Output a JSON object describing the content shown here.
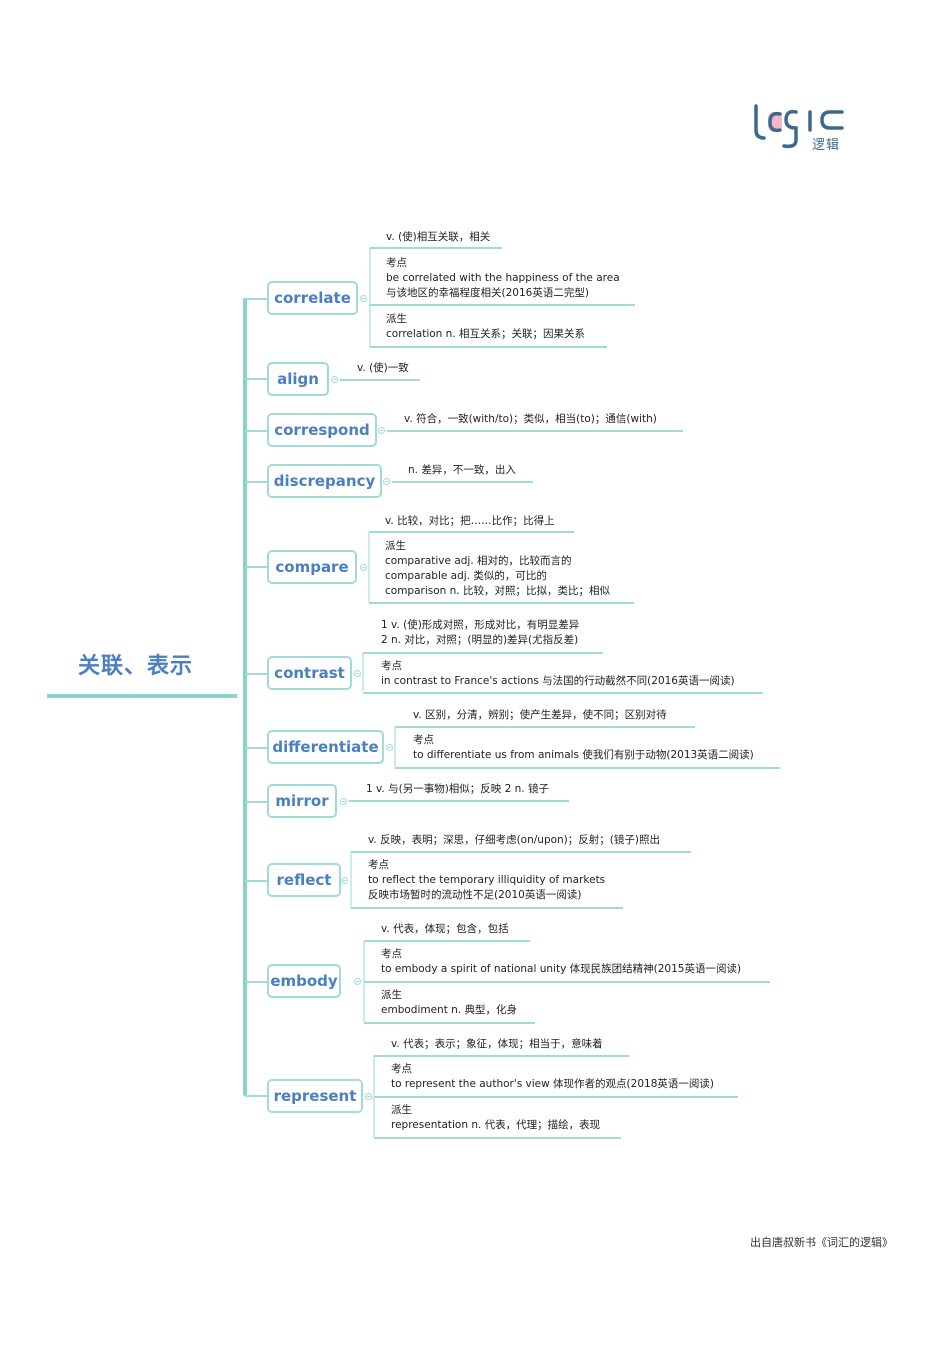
{
  "logo": {
    "text": "logic",
    "subtitle": "逻辑",
    "colors": {
      "primary": "#3d6a8c",
      "accent": "#f2b8c6"
    }
  },
  "root": {
    "title": "关联、表示"
  },
  "colors": {
    "branch": "#88d4cc",
    "node_text": "#4a7fc1",
    "node_border": "#9fdcd5"
  },
  "branches": [
    {
      "word": "correlate",
      "children": [
        {
          "lines": [
            "v. (使)相互关联，相关"
          ]
        },
        {
          "lines": [
            "考点",
            "be correlated with the happiness of the area",
            "与该地区的幸福程度相关(2016英语二完型)"
          ]
        },
        {
          "lines": [
            "派生",
            "correlation n. 相互关系；关联；因果关系"
          ]
        }
      ]
    },
    {
      "word": "align",
      "children": [
        {
          "lines": [
            "v. (使)一致"
          ]
        }
      ]
    },
    {
      "word": "correspond",
      "children": [
        {
          "lines": [
            "v. 符合，一致(with/to)；类似，相当(to)；通信(with)"
          ]
        }
      ]
    },
    {
      "word": "discrepancy",
      "children": [
        {
          "lines": [
            "n. 差异，不一致，出入"
          ]
        }
      ]
    },
    {
      "word": "compare",
      "children": [
        {
          "lines": [
            "v. 比较，对比；把……比作；比得上"
          ]
        },
        {
          "lines": [
            "派生",
            "comparative adj. 相对的，比较而言的",
            "comparable adj. 类似的，可比的",
            "comparison n. 比较，对照；比拟，类比；相似"
          ]
        }
      ]
    },
    {
      "word": "contrast",
      "children": [
        {
          "lines": [
            "1 v. (使)形成对照，形成对比，有明显差异",
            "2 n. 对比，对照；(明显的)差异(尤指反差)"
          ]
        },
        {
          "lines": [
            "考点",
            "in contrast to France's actions 与法国的行动截然不同(2016英语一阅读)"
          ]
        }
      ]
    },
    {
      "word": "differentiate",
      "children": [
        {
          "lines": [
            "v. 区别，分清，辨别；使产生差异，使不同；区别对待"
          ]
        },
        {
          "lines": [
            "考点",
            "to differentiate us from animals 使我们有别于动物(2013英语二阅读)"
          ]
        }
      ]
    },
    {
      "word": "mirror",
      "children": [
        {
          "lines": [
            "1 v. 与(另一事物)相似；反映 2 n. 镜子"
          ]
        }
      ]
    },
    {
      "word": "reflect",
      "children": [
        {
          "lines": [
            "v. 反映，表明；深思，仔细考虑(on/upon)；反射；(镜子)照出"
          ]
        },
        {
          "lines": [
            "考点",
            "to reflect the temporary illiquidity of markets",
            "反映市场暂时的流动性不足(2010英语一阅读)"
          ]
        }
      ]
    },
    {
      "word": "embody",
      "children": [
        {
          "lines": [
            "v. 代表，体现；包含，包括"
          ]
        },
        {
          "lines": [
            "考点",
            "to embody a spirit of national unity 体现民族团结精神(2015英语一阅读)"
          ]
        },
        {
          "lines": [
            "派生",
            "embodiment n. 典型，化身"
          ]
        }
      ]
    },
    {
      "word": "represent",
      "children": [
        {
          "lines": [
            "v. 代表；表示；象征，体现；相当于，意味着"
          ]
        },
        {
          "lines": [
            "考点",
            "to represent the author's view 体现作者的观点(2018英语一阅读)"
          ]
        },
        {
          "lines": [
            "派生",
            "representation n. 代表，代理；描绘，表现"
          ]
        }
      ]
    }
  ],
  "footer": {
    "text": "出自唐叔新书《词汇的逻辑》"
  }
}
